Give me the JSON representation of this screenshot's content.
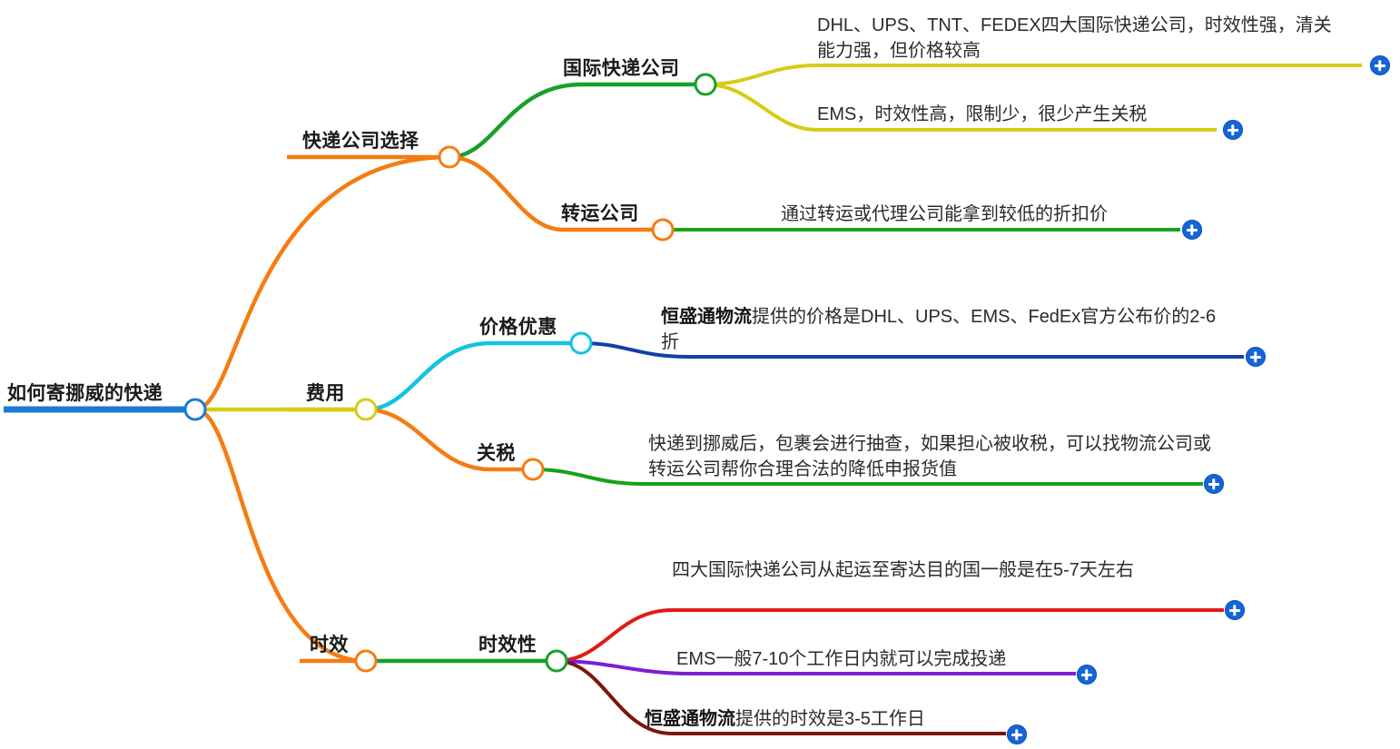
{
  "map": {
    "root": {
      "label": "如何寄挪威的快递",
      "color": "#1a7bd4"
    },
    "branches": [
      {
        "label": "快递公司选择",
        "color": "#f57c12",
        "children": [
          {
            "label": "国际快递公司",
            "color": "#18a02a",
            "leaves": [
              {
                "text": "DHL、UPS、TNT、FEDEX四大国际快递公司，时效性强，清关能力强，但价格较高",
                "color": "#d6cc14",
                "expand": "+"
              },
              {
                "text": "EMS，时效性高，限制少，很少产生关税",
                "color": "#d6cc14",
                "expand": "+"
              }
            ]
          },
          {
            "label": "转运公司",
            "color": "#f57c12",
            "leaves": [
              {
                "text": "通过转运或代理公司能拿到较低的折扣价",
                "color": "#1aa31a",
                "expand": "+"
              }
            ]
          }
        ]
      },
      {
        "label": "费用",
        "color": "#d6cc14",
        "children": [
          {
            "label": "价格优惠",
            "color": "#11c4e0",
            "leaves": [
              {
                "text_bold": "恒盛通物流",
                "text": "提供的价格是DHL、UPS、EMS、FedEx官方公布价的2-6折",
                "color": "#1340a8",
                "expand": "+"
              }
            ]
          },
          {
            "label": "关税",
            "color": "#f57c12",
            "leaves": [
              {
                "text": "快递到挪威后，包裹会进行抽查，如果担心被收税，可以找物流公司或转运公司帮你合理合法的降低申报货值",
                "color": "#16a116",
                "expand": "+"
              }
            ]
          }
        ]
      },
      {
        "label": "时效",
        "color": "#f57c12",
        "children": [
          {
            "label": "时效性",
            "color": "#18a02a",
            "leaves": [
              {
                "text": "四大国际快递公司从起运至寄达目的国一般是在5-7天左右",
                "color": "#e01b18",
                "expand": "+"
              },
              {
                "text": "EMS一般7-10个工作日内就可以完成投递",
                "color": "#7a1fd4",
                "expand": "+"
              },
              {
                "text_bold": "恒盛通物流",
                "text": "提供的时效是3-5工作日",
                "color": "#7d1410",
                "expand": "+"
              }
            ]
          }
        ]
      }
    ]
  }
}
